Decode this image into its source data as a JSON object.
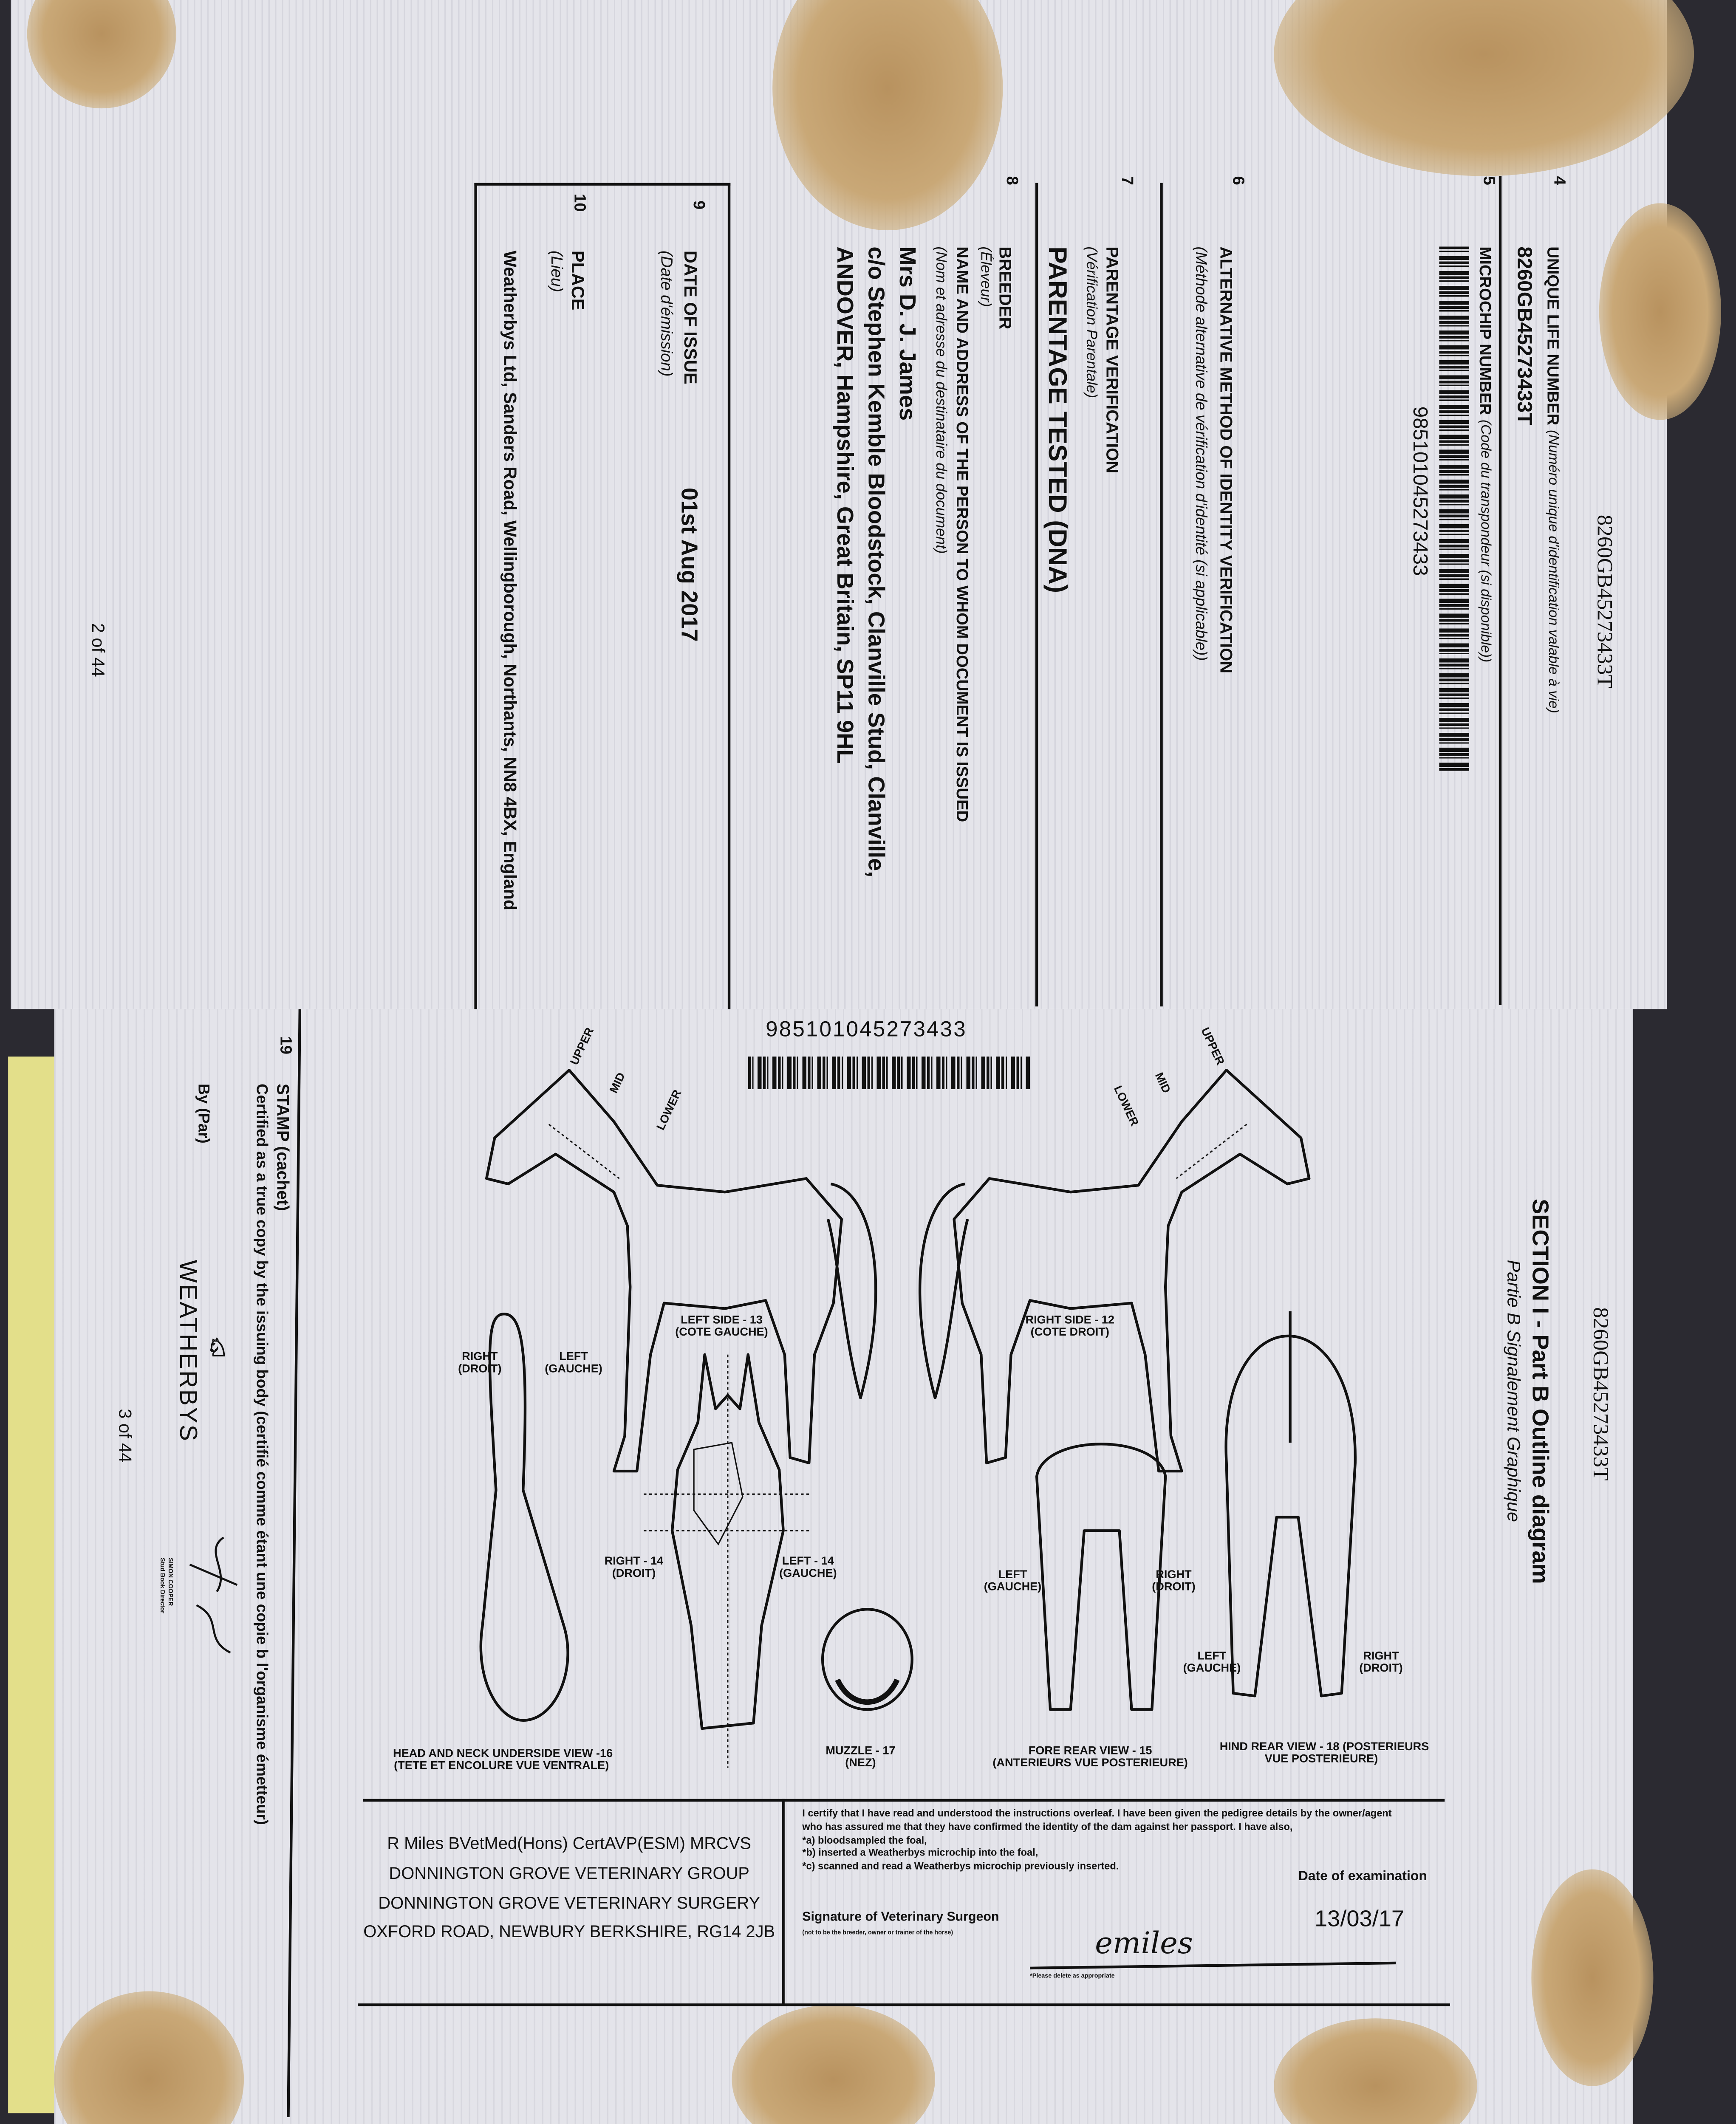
{
  "top_page": {
    "header_uln": "8260GB45273433T",
    "field4": {
      "num": "4",
      "label": "UNIQUE LIFE NUMBER",
      "label_fr": "(Numéro unique d'identification valable à vie)",
      "value": "8260GB45273433T"
    },
    "field5": {
      "num": "5",
      "label": "MICROCHIP NUMBER",
      "label_fr": "(Code du transpondeur (si disponible))",
      "value": "985101045273433"
    },
    "field6": {
      "num": "6",
      "label": "ALTERNATIVE METHOD OF IDENTITY VERIFICATION",
      "label_fr": "(Méthode alternative de vérification d'identité (si applicable))"
    },
    "field7": {
      "num": "7",
      "label": "PARENTAGE VERIFICATION",
      "label_fr": "(Vérification Parentale)",
      "value": "PARENTAGE TESTED (DNA)"
    },
    "field8": {
      "num": "8",
      "label": "BREEDER",
      "label_fr": "(Éleveur)",
      "sub": "NAME AND ADDRESS OF THE PERSON TO WHOM DOCUMENT IS ISSUED",
      "sub_fr": "(Nom et adresse du destinataire du document)",
      "lines": [
        "Mrs D. J. James",
        "c/o Stephen Kemble Bloodstock, Clanville Stud, Clanville,",
        "ANDOVER, Hampshire, Great Britain, SP11 9HL"
      ]
    },
    "field9": {
      "num": "9",
      "label": "DATE OF ISSUE",
      "label_fr": "(Date d'émission)",
      "value": "01st Aug 2017"
    },
    "field10": {
      "num": "10",
      "label": "PLACE",
      "label_fr": "(Lieu)",
      "value": "Weatherbys Ltd, Sanders Road, Wellingborough, Northants, NN8 4BX, England"
    },
    "page_number": "2 of 44"
  },
  "bottom_page": {
    "header_uln": "8260GB45273433T",
    "section_title": "SECTION I - Part B Outline diagram",
    "section_subtitle": "Partie B Signalement Graphique",
    "barcode_number": "985101045273433",
    "diagram": {
      "upper": "UPPER",
      "mid": "MID",
      "lower": "LOWER",
      "left_side": [
        "LEFT SIDE - 13",
        "(COTE GAUCHE)"
      ],
      "right_side": [
        "RIGHT SIDE - 12",
        "(COTE DROIT)"
      ],
      "right": [
        "RIGHT",
        "(DROIT)"
      ],
      "left": [
        "LEFT",
        "(GAUCHE)"
      ],
      "right14": [
        "RIGHT - 14",
        "(DROIT)"
      ],
      "left14": [
        "LEFT - 14",
        "(GAUCHE)"
      ],
      "head_neck": [
        "HEAD AND NECK UNDERSIDE VIEW -16",
        "(TETE ET ENCOLURE VUE VENTRALE)"
      ],
      "muzzle": [
        "MUZZLE - 17",
        "(NEZ)"
      ],
      "fore_rear": [
        "FORE REAR VIEW - 15",
        "(ANTERIEURS VUE POSTERIEURE)"
      ],
      "hind_rear": [
        "HIND REAR VIEW - 18 (POSTERIEURS",
        "VUE POSTERIEURE)"
      ]
    },
    "certification": {
      "lines": [
        "I certify that I have read and understood the instructions overleaf. I have been given the pedigree details by the owner/agent",
        "who has assured me that they have confirmed the identity of the dam against her passport. I have also,",
        "*a) bloodsampled the foal,",
        "*b) inserted a Weatherbys microchip into the foal,",
        "*c) scanned and read a Weatherbys microchip previously inserted."
      ],
      "date_label": "Date of examination",
      "date_value": "13/03/17",
      "signature_label": "Signature of Veterinary Surgeon",
      "signature_note": "(not to be the breeder, owner or trainer of the horse)",
      "signature": "emiles",
      "delete_note": "*Please delete as appropriate"
    },
    "vet_stamp": [
      "R Miles BVetMed(Hons) CertAVP(ESM) MRCVS",
      "DONNINGTON GROVE VETERINARY GROUP",
      "DONNINGTON GROVE VETERINARY SURGERY",
      "OXFORD ROAD, NEWBURY BERKSHIRE, RG14 2JB"
    ],
    "stamp": {
      "num": "19",
      "label": "STAMP (cachet)",
      "certified": "Certified as a true copy by the issuing body (certifié comme étant une copie b l'organisme émetteur)",
      "by": "By (Par)",
      "brand": "WEATHERBYS",
      "signatory": "SIMON COOPER",
      "signatory_title": "Stud Book Director"
    },
    "page_number": "3 of 44"
  }
}
